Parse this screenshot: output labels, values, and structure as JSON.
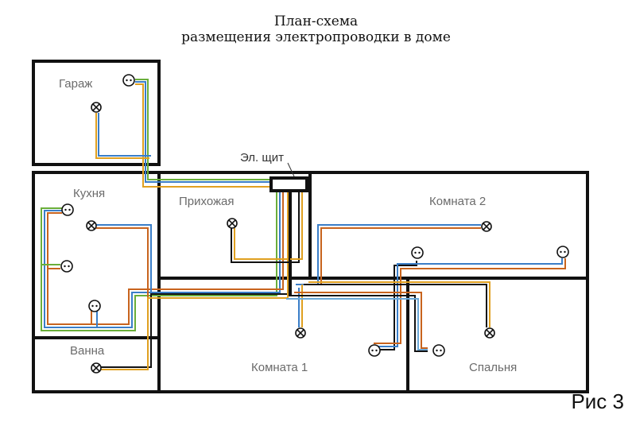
{
  "title": {
    "line1": "План-схема",
    "line2": "размещения электропроводки в доме"
  },
  "rooms": {
    "garage": "Гараж",
    "kitchen": "Кухня",
    "hallway": "Прихожая",
    "room2": "Комната 2",
    "bath": "Ванна",
    "room1": "Комната 1",
    "bedroom": "Спальня"
  },
  "panel_label": "Эл. щит",
  "figure_label": "Рис 3",
  "wire_colors": {
    "phase": "#c8641e",
    "neutral": "#3a7ec8",
    "ground": "#6aae3a",
    "yellow": "#e0a020",
    "black": "#111111"
  },
  "symbols": {
    "lamp": "lamp-icon",
    "socket": "socket-icon"
  }
}
